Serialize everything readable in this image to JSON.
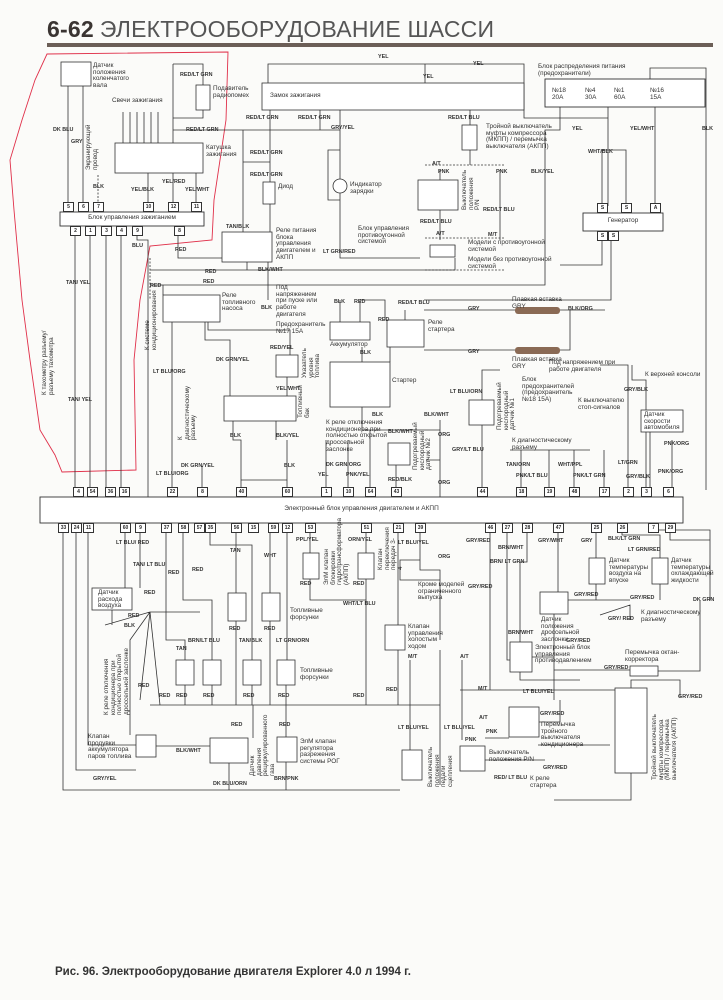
{
  "header": {
    "section": "6-62",
    "title": "ЭЛЕКТРООБОРУДОВАНИЕ ШАССИ"
  },
  "caption": "Рис. 96. Электрооборудование двигателя Explorer 4.0 л 1994 г.",
  "colors": {
    "ink": "#333333",
    "outline": "#e0304a",
    "fusible_link": "#8a6a55",
    "rule": "#6b5e57"
  },
  "ecu": {
    "label": "Электронный блок управления двигателем и АКПП",
    "top_pins": [
      "4",
      "54",
      "36",
      "16",
      "22",
      "8",
      "40",
      "60",
      "1",
      "10",
      "64",
      "43",
      "44",
      "18",
      "19",
      "48",
      "17",
      "2",
      "3",
      "6"
    ],
    "bottom_pins": [
      "33",
      "24",
      "11",
      "60",
      "9",
      "37",
      "58",
      "57",
      "35",
      "56",
      "15",
      "59",
      "12",
      "53",
      "51",
      "21",
      "39",
      "46",
      "27",
      "28",
      "47",
      "25",
      "26",
      "7",
      "29"
    ]
  },
  "ignition_module": {
    "label": "Блок управления зажиганием",
    "top_pins": [
      "5",
      "6",
      "7",
      "10",
      "12",
      "11"
    ],
    "bottom_pins": [
      "2",
      "1",
      "3",
      "4",
      "9",
      "8"
    ]
  },
  "generator": {
    "label": "Генератор",
    "top_pins": [
      "S",
      "S",
      "A"
    ],
    "bottom_pins": [
      "S",
      "S"
    ]
  },
  "fuse_box": {
    "label": "Блок распределения питания (предохранители)",
    "fuses": [
      "№18 20A",
      "№4 30A",
      "№1 60A",
      "№16 15A"
    ]
  },
  "components": {
    "crank_sensor": "Датчик положения коленчатого вала",
    "spark_plugs": "Свечи зажигания",
    "ignition_coil": "Катушка зажигания",
    "radio_suppressor": "Подавитель радиопомех",
    "shield_wire": "Экранирующий провод",
    "ignition_switch": "Замок зажигания",
    "triple_switch_top": "Тройной выключатель муфты компрессора (МКПП) / перемычка выключателя (АКПП)",
    "pn_switch_top": "Выключатель положения P/N",
    "antitheft_module": "Блок управления противоугонной системой",
    "with_antitheft": "Модели с противоугонной системой",
    "without_antitheft": "Модели без противоугонной системой",
    "diode": "Диод",
    "charge_indicator": "Индикатор зарядки",
    "eec_relay": "Реле питания блока управления двигателем и АКПП",
    "fuel_pump_relay": "Реле топливного насоса",
    "hot_in_start_run": "Под напряжением при пуске или работе двигателя",
    "fuse17": "Предохранитель №17 15A",
    "fuel_gauge": "Указатель уровня топлива",
    "fuel_tank": "Топливный бак",
    "battery": "Аккумулятор",
    "starter_relay": "Реле стартера",
    "starter": "Стартер",
    "fusible_link_1": "Плавкая вставка GRY",
    "fusible_link_2": "Плавкая вставка GRY",
    "hot_in_run": "Под напряжением при работе двигателя",
    "fuse_block_18": "Блок предохранителей (предохранитель №18 15A)",
    "to_stop_lamp": "К выключателю стоп-сигналов",
    "to_overhead_console": "К верхней консоли",
    "vss": "Датчик скорости автомобиля",
    "ho2s_1": "Подогреваемый кислородный датчик №1",
    "ho2s_2": "Подогреваемый кислородный датчик №2",
    "to_ac_wot_relay_top": "К реле отключения кондиционера при полностью открытой дроссельной заслонке",
    "to_diag_top": "К диагностическому разъему",
    "to_ac_system": "К системе кондиционирования",
    "to_diag_left": "К диагностическому разъему",
    "to_tach": "К тахометру разъему/ разъему тахометра",
    "maf": "Датчик расхода воздуха",
    "injectors_1": "Топливные форсунки",
    "injectors_2": "Топливные форсунки",
    "to_ac_wot_relay_low": "К реле отключения кондиционера при полностью открытой дроссельной заслонке",
    "canister_purge": "Клапан продувки аккумулятора паров топлива",
    "dpfe": "Датчик давления рециркулированного газа",
    "egr_vr": "ЭлМ клапан регулятора разрежения системы РОГ",
    "tcc_solenoid": "ЭлМ клапан блокировки гидротрансформатора (АКПП)",
    "ss34": "Клапан переключения передач 3-4",
    "iac": "Клапан управления холостым ходом",
    "except_limited": "Кроме моделей ограниченного выпуска",
    "iat": "Датчик температуры воздуха на впуске",
    "ect": "Датчик температуры охлаждающей жидкости",
    "tps": "Датчик положения дроссельной заслонки",
    "to_diag_low": "К диагностическому разъему",
    "backpressure": "Электронный блок управления противодавлением",
    "octane_jumper": "Перемычка октан-корректора",
    "ac_triple_jumper": "Перемычка тройного выключателя кондиционера",
    "pn_switch_low": "Выключатель положения P/N",
    "to_starter_relay": "К реле стартера",
    "clutch_switch": "Выключатель положения педали сцепления",
    "triple_switch_low": "Тройной выключатель муфты компрессора (МКПП) / перемычка выключателя (АКПП)"
  },
  "wires": [
    "DK BLU",
    "GRY",
    "BLK",
    "YEL/BLK",
    "YEL/RED",
    "YEL/WHT",
    "RED/LT GRN",
    "RED/LT GRN",
    "RED/LT GRN",
    "RED/LT GRN",
    "GRY/YEL",
    "RED/LT GRN",
    "RED/LT GRN",
    "YEL",
    "YEL",
    "YEL",
    "RED/LT BLU",
    "A/T",
    "PNK",
    "PNK",
    "RED/LT BLU",
    "RED/LT BLU",
    "A/T",
    "M/T",
    "BLK/YEL",
    "YEL",
    "YEL/WHT",
    "BLK",
    "WHT/BLK",
    "TAN/BLK",
    "LT GRN/RED",
    "BLK/WHT",
    "RED",
    "RED",
    "RED",
    "TAN/ YEL",
    "BLU",
    "RED",
    "LT BLU/ORG",
    "DK GRN/YEL",
    "BLK",
    "RED/YEL",
    "YEL/WHT",
    "BLK",
    "BLK/YEL",
    "DK GRN/YEL",
    "BLK",
    "BLK",
    "RED",
    "RED",
    "RED/LT BLU",
    "GRY",
    "GRY",
    "BLK/ORG",
    "BLK",
    "BLK",
    "BLK/WHT",
    "BLK/WHT",
    "ORG",
    "LT BLU/ORN",
    "GRY/LT BLU",
    "DK GRN/ORG",
    "YEL",
    "PNK/YEL",
    "RED/BLK",
    "ORG",
    "TAN/ORN",
    "PNK/LT BLU",
    "WHT/PPL",
    "PNK/LT GRN",
    "LT/GRN",
    "GRY/BLK",
    "GRY/BLK",
    "PNK/ORG",
    "PNK/ORG",
    "LT BLU/ORG",
    "TAN/ YEL",
    "LT BLU/ RED",
    "TAN/ LT BLU",
    "RED",
    "RED",
    "RED",
    "RED",
    "BLK",
    "TAN",
    "WHT",
    "RED",
    "RED",
    "BRN/LT BLU",
    "TAN/BLK",
    "LT GRN/ORN",
    "TAN",
    "RED",
    "RED",
    "RED",
    "RED",
    "RED",
    "RED",
    "RED",
    "RED",
    "BLK/WHT",
    "GRY/YEL",
    "DK BLU/ORN",
    "BRN/PNK",
    "PPL/YEL",
    "ORN/YEL",
    "RED",
    "RED",
    "RED",
    "WHT/LT BLU",
    "RED",
    "LT BLU/YEL",
    "LT BLU/YEL",
    "ORG",
    "M/T",
    "A/T",
    "GRY/RED",
    "BRN/WHT",
    "BRN/ LT GRN",
    "GRY/RED",
    "GRY/WHT",
    "GRY",
    "BLK/LT GRN",
    "LT GRN/RED",
    "GRY/RED",
    "GRY/RED",
    "DK GRN",
    "GRY/ RED",
    "BRN/WHT",
    "GRY/RED",
    "GRY/RED",
    "M/T",
    "LT BLU/YEL",
    "GRY/RED",
    "A/T",
    "GRY/RED",
    "LT BLU/YEL",
    "PNK",
    "PNK",
    "GRY/RED",
    "RED/ LT BLU"
  ]
}
